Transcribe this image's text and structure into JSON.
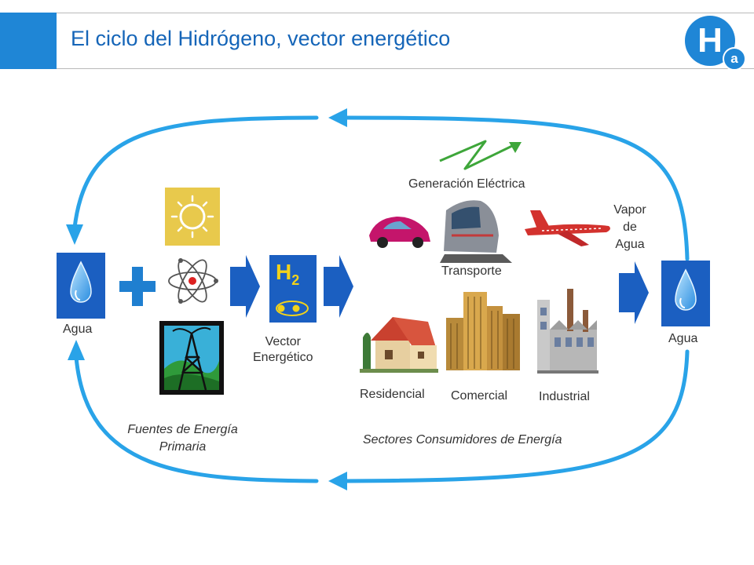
{
  "header": {
    "title": "El ciclo del Hidrógeno, vector energético",
    "logo_main": "H",
    "logo_sub": "a"
  },
  "diagram": {
    "water_left": "Agua",
    "water_right": "Agua",
    "h2_symbol": "H",
    "h2_subscript": "2",
    "vector_line1": "Vector",
    "vector_line2": "Energético",
    "generation": "Generación Eléctrica",
    "transport": "Transporte",
    "vapor_line1": "Vapor",
    "vapor_line2": "de",
    "vapor_line3": "Agua",
    "residential": "Residencial",
    "commercial": "Comercial",
    "industrial": "Industrial",
    "primary_line1": "Fuentes de Energía",
    "primary_line2": "Primaria",
    "consumers": "Sectores Consumidores de Energía"
  },
  "colors": {
    "accent": "#1f86d6",
    "title": "#1565b8",
    "cycle_arrow": "#29a3e8",
    "box_blue": "#1b5fc1",
    "h2_yellow": "#f2d21a",
    "sun_bg": "#e8c94c",
    "bolt_green": "#3ea63a"
  },
  "icons": [
    "water-drop-icon",
    "plus-icon",
    "sun-icon",
    "atom-icon",
    "oil-rig-icon",
    "h2-icon",
    "lightning-icon",
    "car-icon",
    "train-icon",
    "airplane-icon",
    "house-icon",
    "building-icon",
    "factory-icon"
  ]
}
